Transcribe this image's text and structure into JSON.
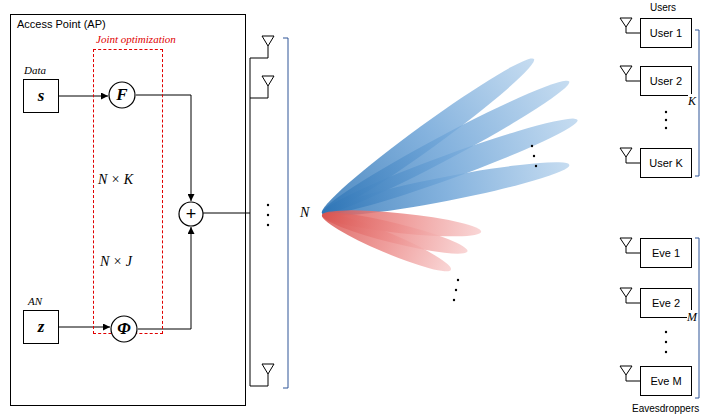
{
  "diagram": {
    "nodes": [
      {
        "text": [
          "Access Point (AP)"
        ]
      },
      {
        "text": [
          "Joint optimization"
        ],
        "in": 0
      },
      {
        "text": [
          "Data",
          "s"
        ],
        "in": 0
      },
      {
        "text": [
          "F"
        ],
        "in": 1
      },
      {
        "text": [
          "AN",
          "z"
        ],
        "in": 0
      },
      {
        "text": [
          "Φ"
        ],
        "in": 1
      },
      {
        "text": [
          "+"
        ],
        "in": 0
      },
      {
        "text": [
          "User 1"
        ]
      },
      {
        "text": [
          "User 2"
        ]
      },
      {
        "text": [
          "User K"
        ]
      },
      {
        "text": [
          "Eve 1"
        ]
      },
      {
        "text": [
          "Eve 2"
        ]
      },
      {
        "text": [
          "Eve M"
        ]
      }
    ],
    "edges": [
      {
        "from": 2,
        "to": 3,
        "arrow": "to"
      },
      {
        "from": 3,
        "to": 6,
        "arrow": "to"
      },
      {
        "from": 4,
        "to": 5,
        "arrow": "to"
      },
      {
        "from": 5,
        "to": 6,
        "arrow": "to"
      }
    ],
    "labels": [
      "N × K",
      "N × J",
      "N",
      "Users",
      "K",
      "M",
      "Eavesdroppers"
    ]
  }
}
